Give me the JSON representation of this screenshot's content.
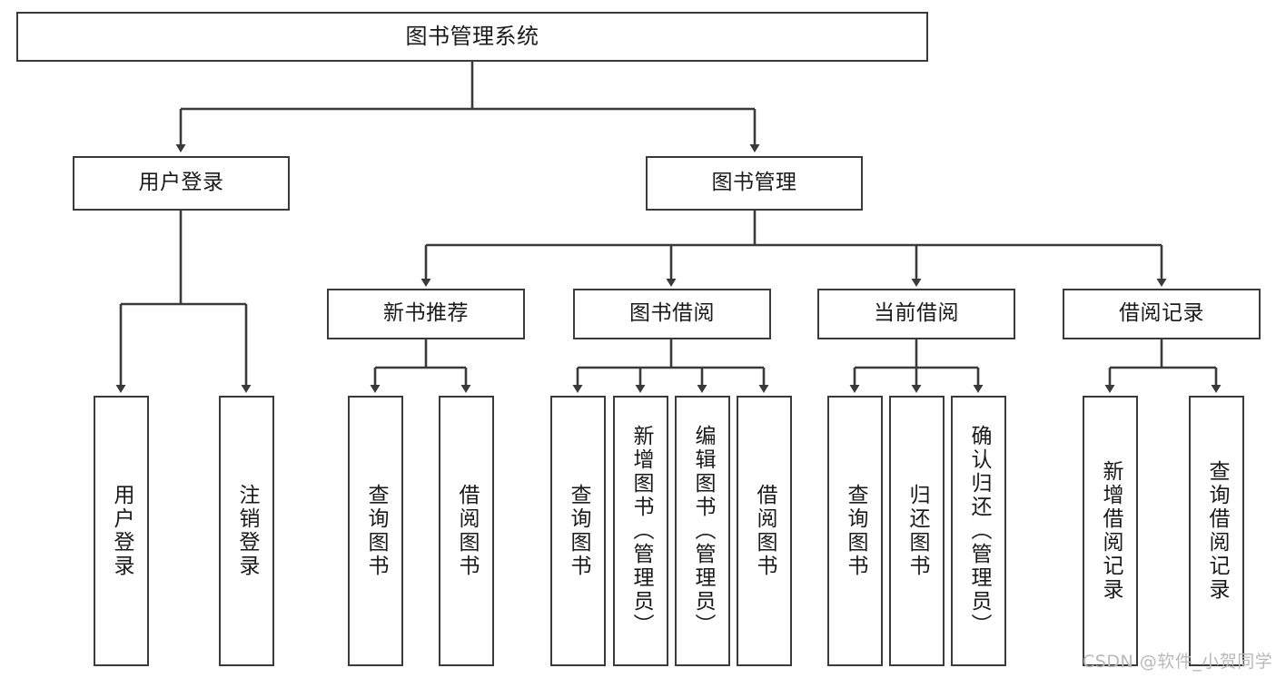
{
  "diagram": {
    "title": "图书管理系统",
    "watermark": "CSDN @软件_小贺同学",
    "line_color": "#3a3a3a",
    "text_color": "#1a1a1a",
    "background": "#ffffff",
    "levels": {
      "root": "图书管理系统",
      "level2": [
        "用户登录",
        "图书管理"
      ],
      "level3": [
        "新书推荐",
        "图书借阅",
        "当前借阅",
        "借阅记录"
      ]
    },
    "nodes": {
      "root": "图书管理系统",
      "user_login": "用户登录",
      "book_manage": "图书管理",
      "new_book_rec": "新书推荐",
      "book_borrow": "图书借阅",
      "current_borrow": "当前借阅",
      "borrow_record": "借阅记录",
      "leaf_user_login": "用户登录",
      "leaf_logout": "注销登录",
      "leaf_query_book_a": "查询图书",
      "leaf_borrow_book_a": "借阅图书",
      "leaf_query_book_b": "查询图书",
      "leaf_add_book": "新增图书（管理员）",
      "leaf_edit_book": "编辑图书（管理员）",
      "leaf_borrow_book_b": "借阅图书",
      "leaf_query_book_c": "查询图书",
      "leaf_return_book": "归还图书",
      "leaf_confirm_return": "确认归还（管理员）",
      "leaf_add_record": "新增借阅记录",
      "leaf_query_record": "查询借阅记录"
    }
  }
}
